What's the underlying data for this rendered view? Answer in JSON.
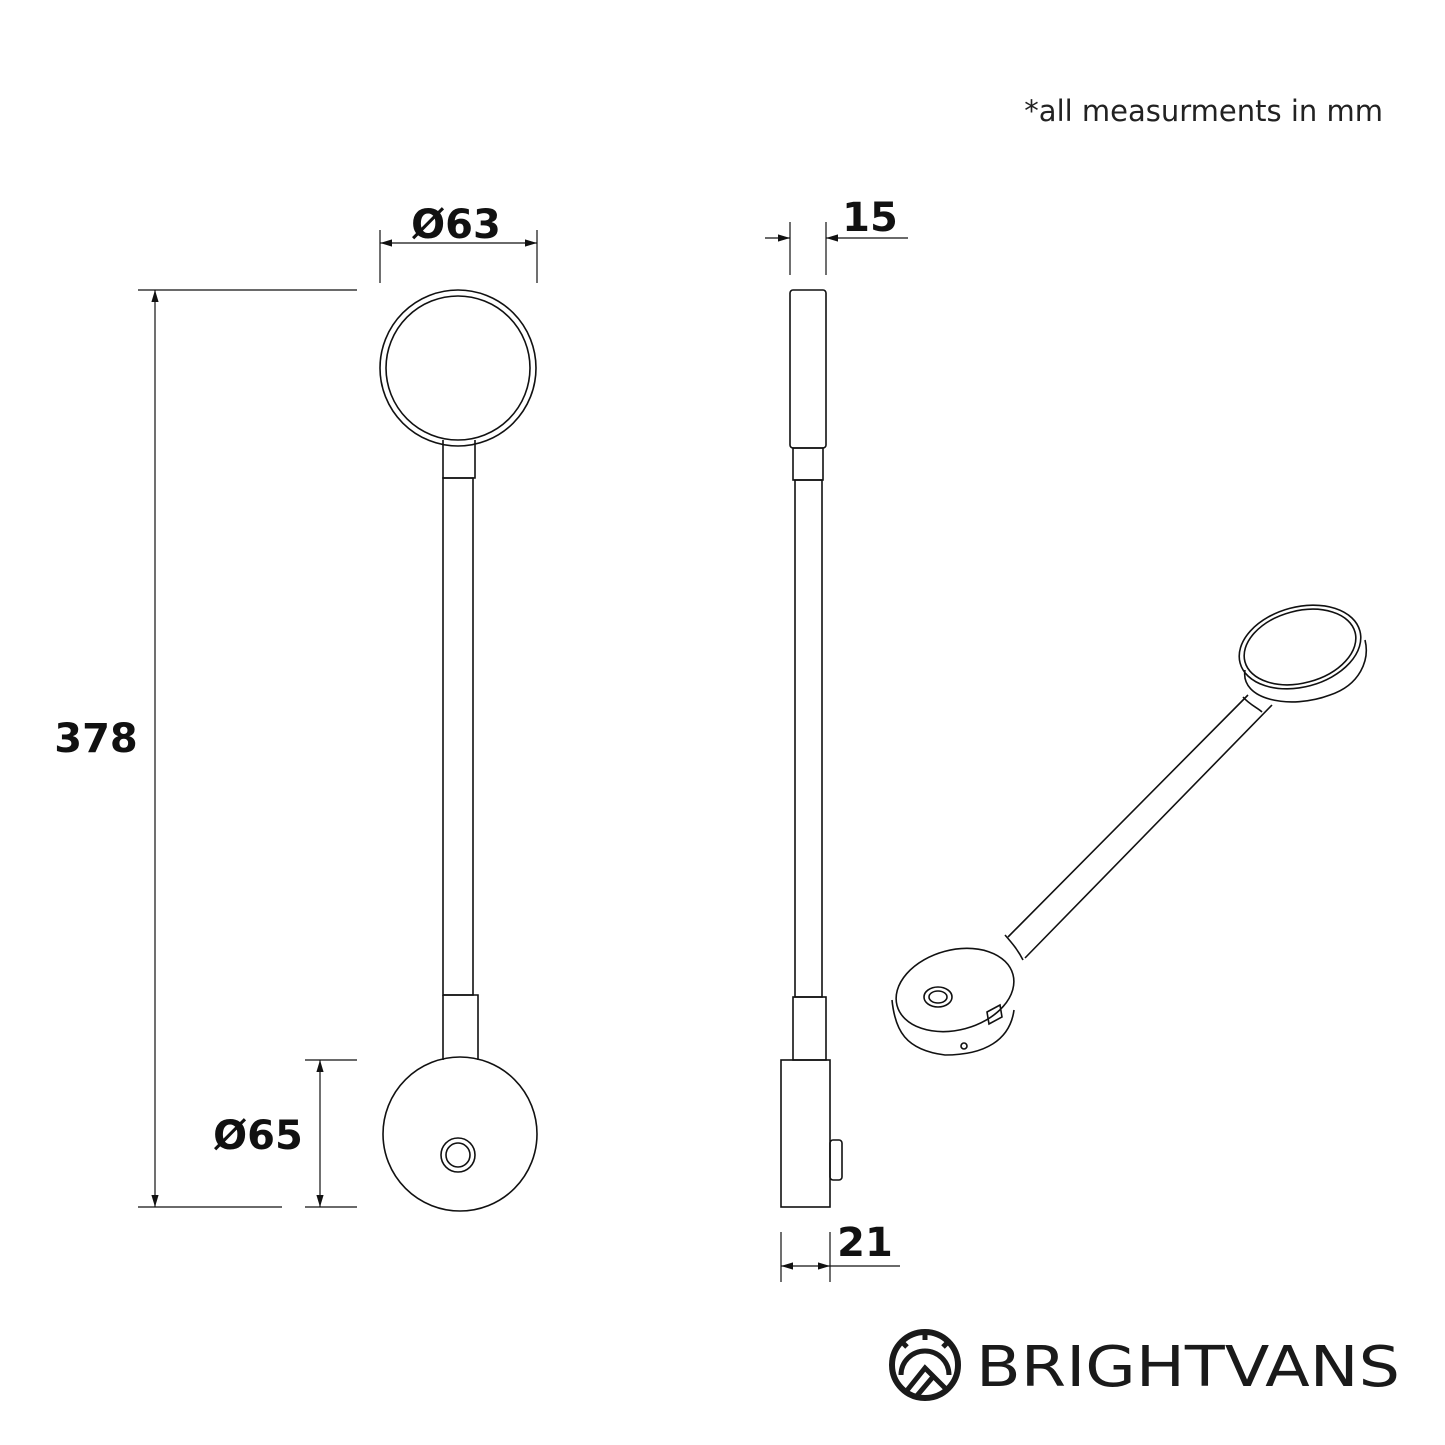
{
  "note": "*all measurments in mm",
  "dimensions": {
    "head_diameter": "Ø63",
    "total_height": "378",
    "base_diameter": "Ø65",
    "head_thickness": "15",
    "base_thickness": "21"
  },
  "brand": {
    "name": "BRIGHTVANS",
    "logo_icon": "mountain-sun-icon"
  },
  "colors": {
    "line": "#111111",
    "background": "#ffffff"
  }
}
